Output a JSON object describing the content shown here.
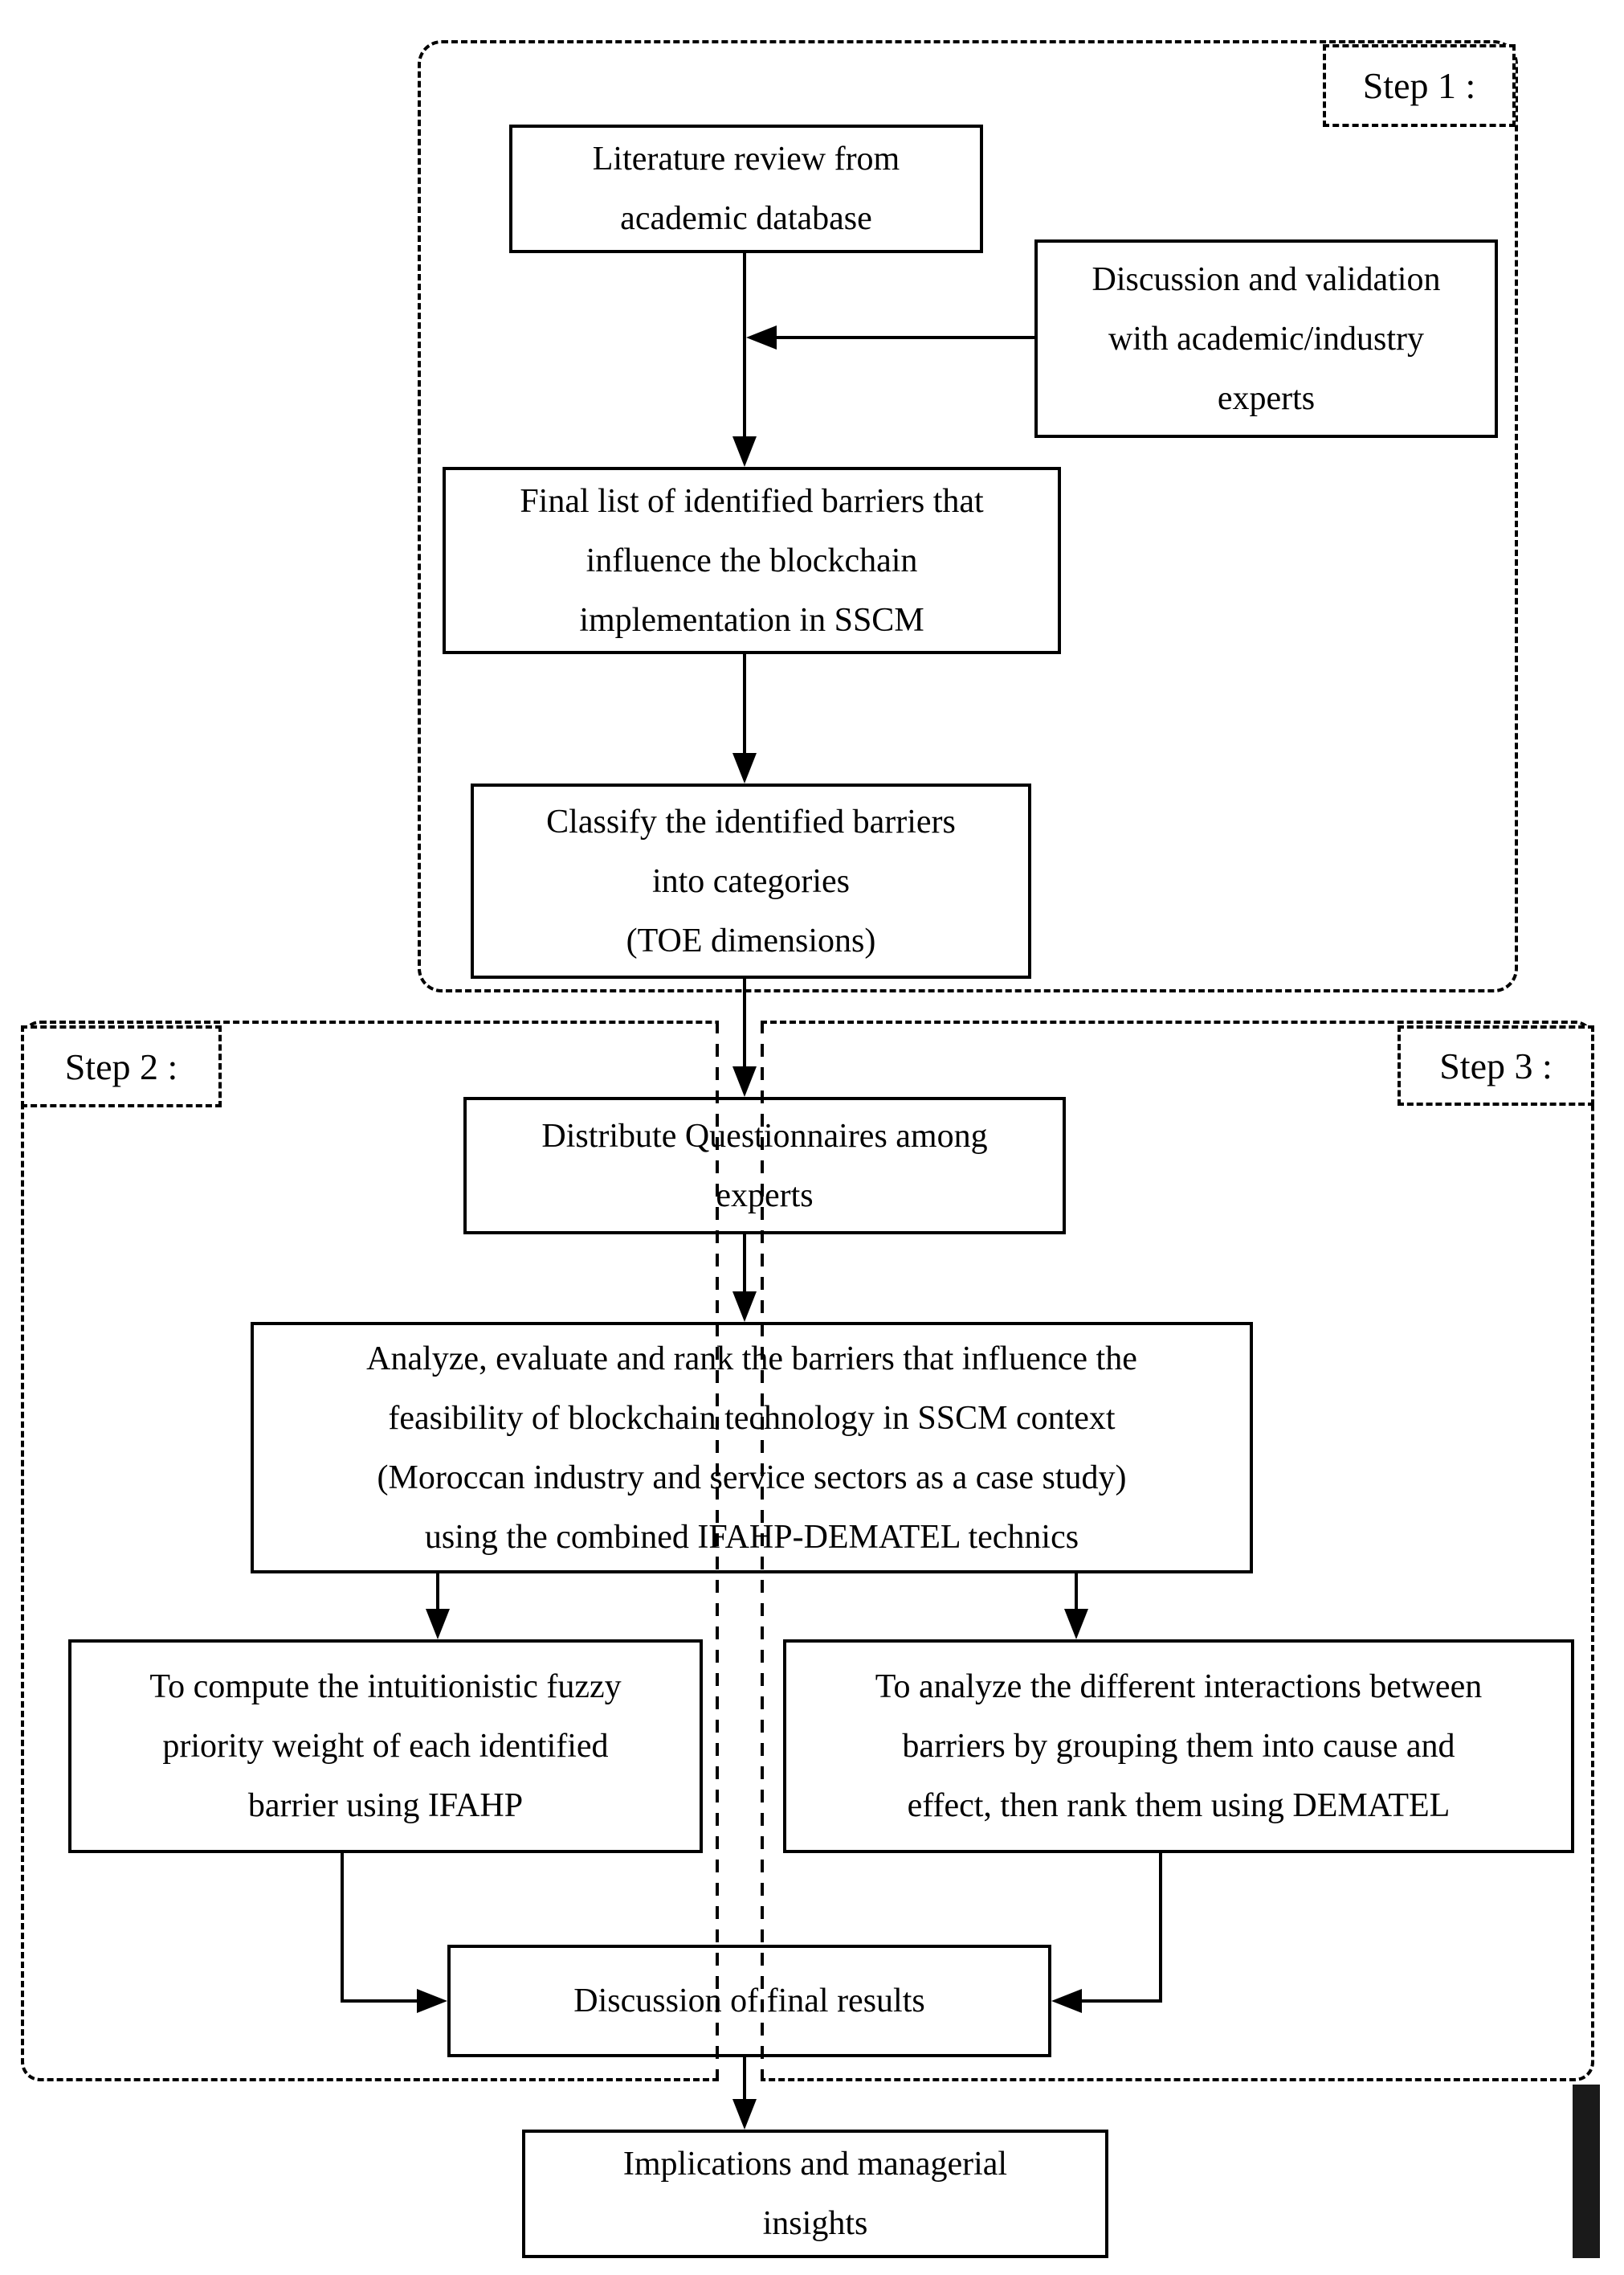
{
  "diagram": {
    "title_hint": "Research methodology flowchart",
    "steps": [
      {
        "id": "step1",
        "label": "Step 1 :"
      },
      {
        "id": "step2",
        "label": "Step 2 :"
      },
      {
        "id": "step3",
        "label": "Step 3 :"
      }
    ],
    "nodes": {
      "literature": "Literature review from\nacademic database",
      "discussion_validation": "Discussion and validation\nwith academic/industry\nexperts",
      "final_list": "Final list of identified barriers that\ninfluence the blockchain\nimplementation in SSCM",
      "classify": "Classify the identified barriers\ninto categories\n(TOE dimensions)",
      "distribute": "Distribute Questionnaires among\nexperts",
      "analyze": "Analyze, evaluate and rank the barriers that influence the\nfeasibility of blockchain technology in SSCM context\n(Moroccan industry and service sectors as a case study)\nusing the combined IFAHP-DEMATEL technics",
      "ifahp": "To compute the intuitionistic fuzzy\npriority weight of each identified\nbarrier using IFAHP",
      "dematel": "To analyze the different interactions between\nbarriers by grouping them into cause and\neffect, then rank them using DEMATEL",
      "discussion_results": "Discussion of final results",
      "implications": "Implications and managerial\ninsights"
    },
    "colors": {
      "line": "#000000",
      "background": "#ffffff",
      "text": "#000000",
      "edge_bar": "#1a1a1a"
    }
  }
}
